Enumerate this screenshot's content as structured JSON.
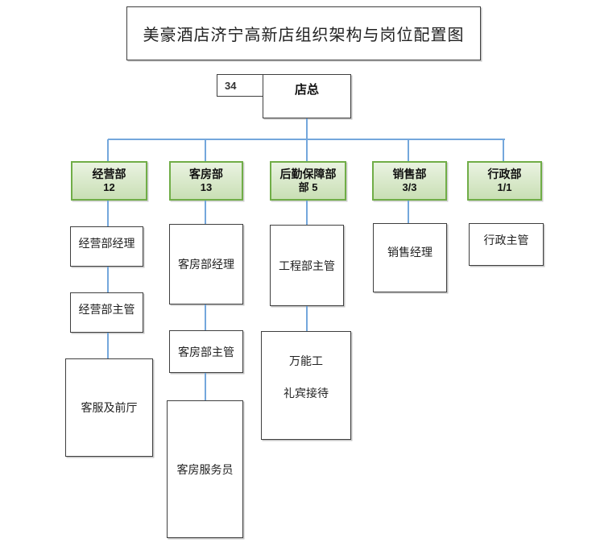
{
  "title": "美豪酒店济宁高新店组织架构与岗位配置图",
  "root": {
    "count": "34",
    "label": "店总"
  },
  "colors": {
    "connector_blue": "#74a7dc",
    "department_border_green": "#70ad47",
    "department_fill_green": "#d9e8cb",
    "box_border": "#3f3f3f"
  },
  "departments": [
    {
      "label": "经营部",
      "count": "12"
    },
    {
      "label": "客房部",
      "count": "13"
    },
    {
      "label": "后勤保障部",
      "count": "部 5"
    },
    {
      "label": "销售部",
      "count": "3/3"
    },
    {
      "label": "行政部",
      "count": "1/1"
    }
  ],
  "nodes": {
    "operations_manager": "经营部经理",
    "operations_supervisor": "经营部主管",
    "customer_service_front_office": "客服及前厅",
    "housekeeping_manager": "客房部经理",
    "housekeeping_supervisor": "客房部主管",
    "room_attendant": "客房服务员",
    "engineering_supervisor": "工程部主管",
    "handyman": "万能工",
    "concierge": "礼宾接待",
    "sales_manager": "销售经理",
    "admin_supervisor": "行政主管"
  }
}
